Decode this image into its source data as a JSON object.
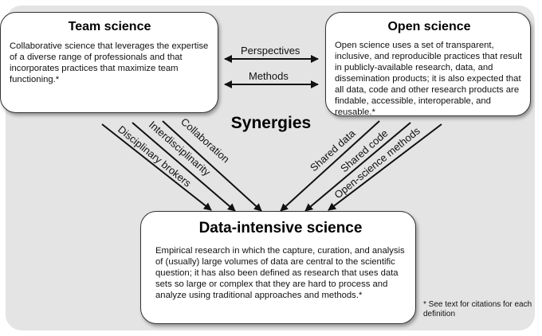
{
  "team_science": {
    "title": "Team science",
    "text": "Collaborative science that leverages the expertise of a diverse range of professionals and that incorporates practices that maximize team functioning.*"
  },
  "open_science": {
    "title": "Open science",
    "text": "Open science uses a set of transparent, inclusive, and reproducible practices that result in publicly-available research, data, and dissemination products; it is also expected that all data, code and other research products are findable, accessible, interoperable, and reusable.*"
  },
  "data_intensive": {
    "title": "Data-intensive science",
    "text": "Empirical research in which the capture, curation, and analysis of (usually) large volumes of data are central to the scientific question; it has also been defined as research that uses data sets so large or complex that they are hard to process and analyze using traditional approaches and methods.*"
  },
  "center_label": "Synergies",
  "links": {
    "perspectives": "Perspectives",
    "methods": "Methods"
  },
  "left_arrows": [
    "Disciplinary brokers",
    "Interdisciplinarity",
    "Collaboration"
  ],
  "right_arrows": [
    "Shared data",
    "Shared code",
    "Open-science methods"
  ],
  "footnote": "* See text for citations for each definition"
}
